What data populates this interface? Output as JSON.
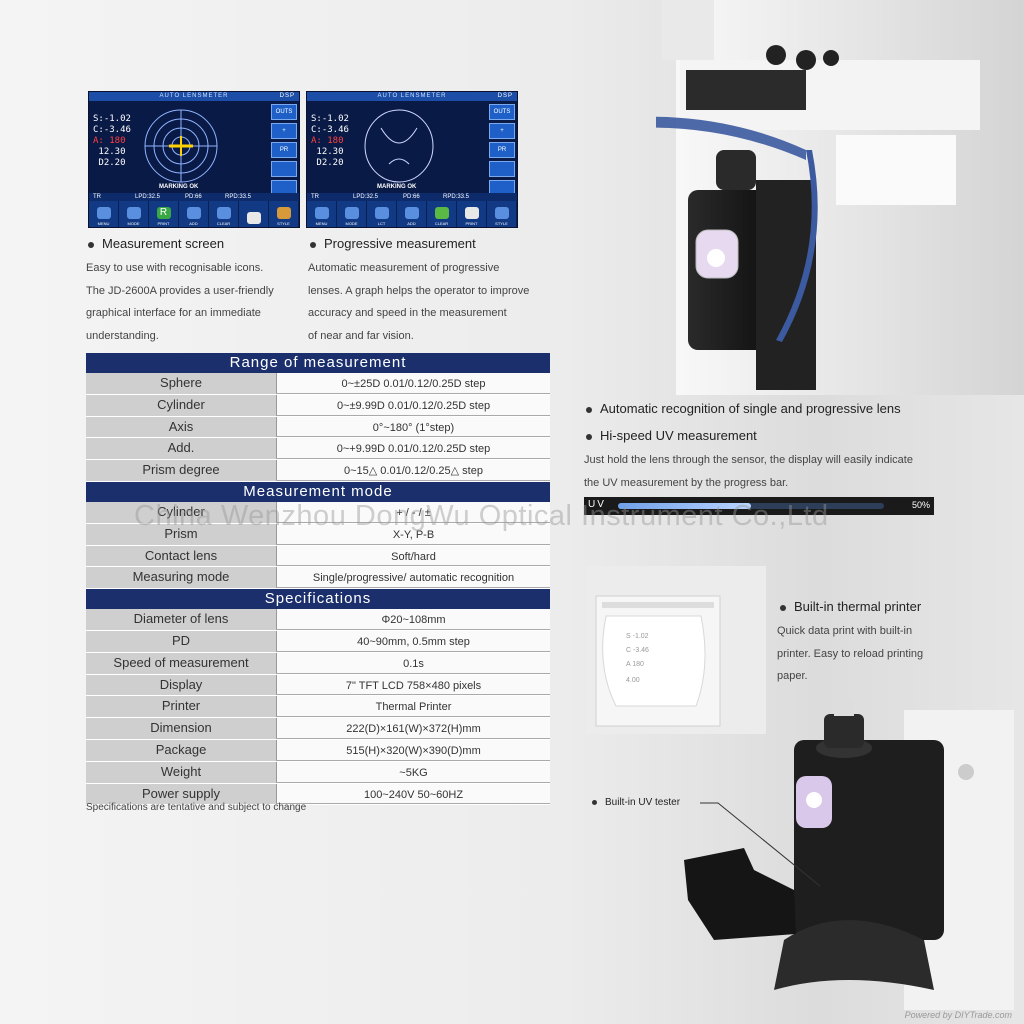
{
  "screens": {
    "header": "AUTO LENSMETER",
    "disp": "DSP",
    "values": [
      "S:-1.02",
      "C:-3.46",
      "A: 180",
      " 12.30",
      " D2.20"
    ],
    "marking": "MARKING OK",
    "pd": {
      "tr": "TR",
      "lpd": "LPD:32.5",
      "pd": "PD:66",
      "rpd": "RPD:33.5"
    },
    "side_buttons": [
      "OUTS",
      "+",
      "PR",
      "",
      ""
    ],
    "tools_left": [
      "MENU",
      "MODE",
      "R",
      "PRINT",
      "ADD",
      "CLEAR",
      "STYLE"
    ],
    "tools_right": [
      "MENU",
      "MODE",
      "LCT",
      "ADD",
      "CLEAR",
      "PRINT",
      "STYLE"
    ]
  },
  "features": {
    "measurement_screen": {
      "title": "Measurement screen",
      "lines": [
        "Easy to use with recognisable icons.",
        "The JD-2600A provides a user-friendly",
        "graphical interface for an immediate",
        "understanding."
      ]
    },
    "progressive": {
      "title": "Progressive measurement",
      "lines": [
        "Automatic measurement of progressive",
        "lenses. A graph helps the operator to improve",
        "accuracy and speed in the measurement",
        "of near and far vision."
      ]
    },
    "auto_recognition": {
      "title": "Automatic recognition of single and progressive lens"
    },
    "uv": {
      "title": "Hi-speed UV measurement",
      "lines": [
        "Just hold the lens through the sensor, the display will easily indicate",
        "the UV measurement by the progress bar."
      ]
    },
    "printer": {
      "title": "Built-in thermal printer",
      "lines": [
        "Quick data print with built-in",
        "printer. Easy to reload printing",
        "paper."
      ]
    },
    "uv_tester": "Built-in UV  tester"
  },
  "uv_bar": {
    "label": "UV",
    "progress": 0.5,
    "percent": "50%"
  },
  "spec_table": {
    "range": {
      "title": "Range of measurement",
      "rows": [
        {
          "k": "Sphere",
          "v": "0~±25D  0.01/0.12/0.25D step"
        },
        {
          "k": "Cylinder",
          "v": "0~±9.99D 0.01/0.12/0.25D  step"
        },
        {
          "k": "Axis",
          "v": "0°~180° (1°step)"
        },
        {
          "k": "Add.",
          "v": "0~+9.99D  0.01/0.12/0.25D step"
        },
        {
          "k": "Prism degree",
          "v": "0~15△  0.01/0.12/0.25△ step"
        }
      ]
    },
    "mode": {
      "title": "Measurement mode",
      "rows": [
        {
          "k": "Cylinder",
          "v": "+ / - / ±"
        },
        {
          "k": "Prism",
          "v": "X-Y, P-B"
        },
        {
          "k": "Contact lens",
          "v": "Soft/hard"
        },
        {
          "k": "Measuring mode",
          "v": "Single/progressive/ automatic recognition"
        }
      ]
    },
    "specs": {
      "title": "Specifications",
      "rows": [
        {
          "k": "Diameter of lens",
          "v": "Φ20~108mm"
        },
        {
          "k": "PD",
          "v": "40~90mm, 0.5mm step"
        },
        {
          "k": "Speed of measurement",
          "v": "0.1s"
        },
        {
          "k": "Display",
          "v": "7\" TFT LCD  758×480 pixels"
        },
        {
          "k": "Printer",
          "v": "Thermal Printer"
        },
        {
          "k": "Dimension",
          "v": "222(D)×161(W)×372(H)mm"
        },
        {
          "k": "Package",
          "v": "515(H)×320(W)×390(D)mm"
        },
        {
          "k": "Weight",
          "v": "~5KG"
        },
        {
          "k": "Power supply",
          "v": "100~240V   50~60HZ"
        }
      ]
    },
    "note": "Specifications are tentative and subject to change"
  },
  "watermark": "China Wenzhou DongWu Optical Instrument Co.,Ltd",
  "footer": "Powered by DIYTrade.com"
}
